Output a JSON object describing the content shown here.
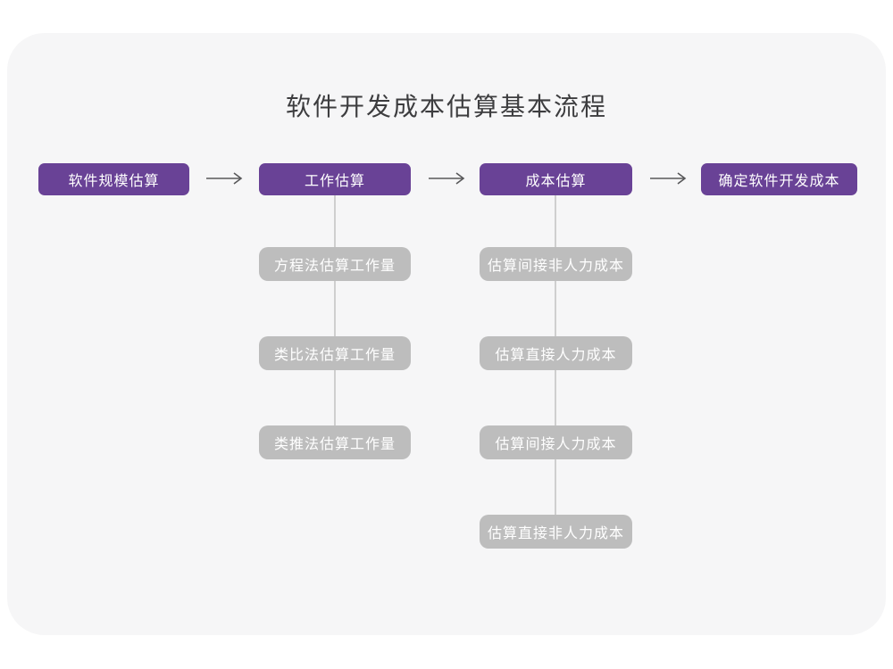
{
  "page": {
    "title": "软件开发成本估算基本流程"
  },
  "colors": {
    "accent_purple": "#694296",
    "step_gray": "#BDBDBD",
    "arrow_gray": "#58585A",
    "connector_gray": "#CFCFCF",
    "card_background": "#F6F6F7",
    "page_background": "#FFFFFF",
    "title_text": "#3D3D3F",
    "box_text": "#FFFFFF"
  },
  "flow": {
    "stages": [
      {
        "label": "软件规模估算"
      },
      {
        "label": "工作估算"
      },
      {
        "label": "成本估算"
      },
      {
        "label": "确定软件开发成本"
      }
    ],
    "work_steps": [
      "方程法估算工作量",
      "类比法估算工作量",
      "类推法估算工作量"
    ],
    "cost_steps": [
      "估算间接非人力成本",
      "估算直接人力成本",
      "估算间接人力成本",
      "估算直接非人力成本"
    ]
  }
}
